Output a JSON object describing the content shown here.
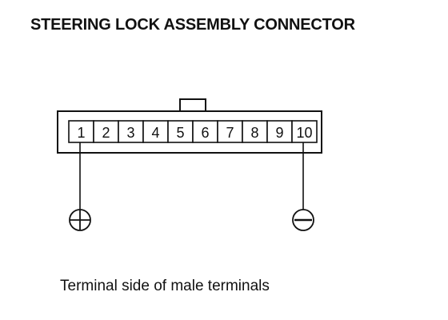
{
  "title": "STEERING LOCK ASSEMBLY CONNECTOR",
  "caption": "Terminal side of male terminals",
  "connector": {
    "pins": [
      "1",
      "2",
      "3",
      "4",
      "5",
      "6",
      "7",
      "8",
      "9",
      "10"
    ],
    "positive_pin": "1",
    "negative_pin": "10"
  },
  "symbols": {
    "positive": "plus-terminal-icon",
    "negative": "minus-terminal-icon"
  }
}
